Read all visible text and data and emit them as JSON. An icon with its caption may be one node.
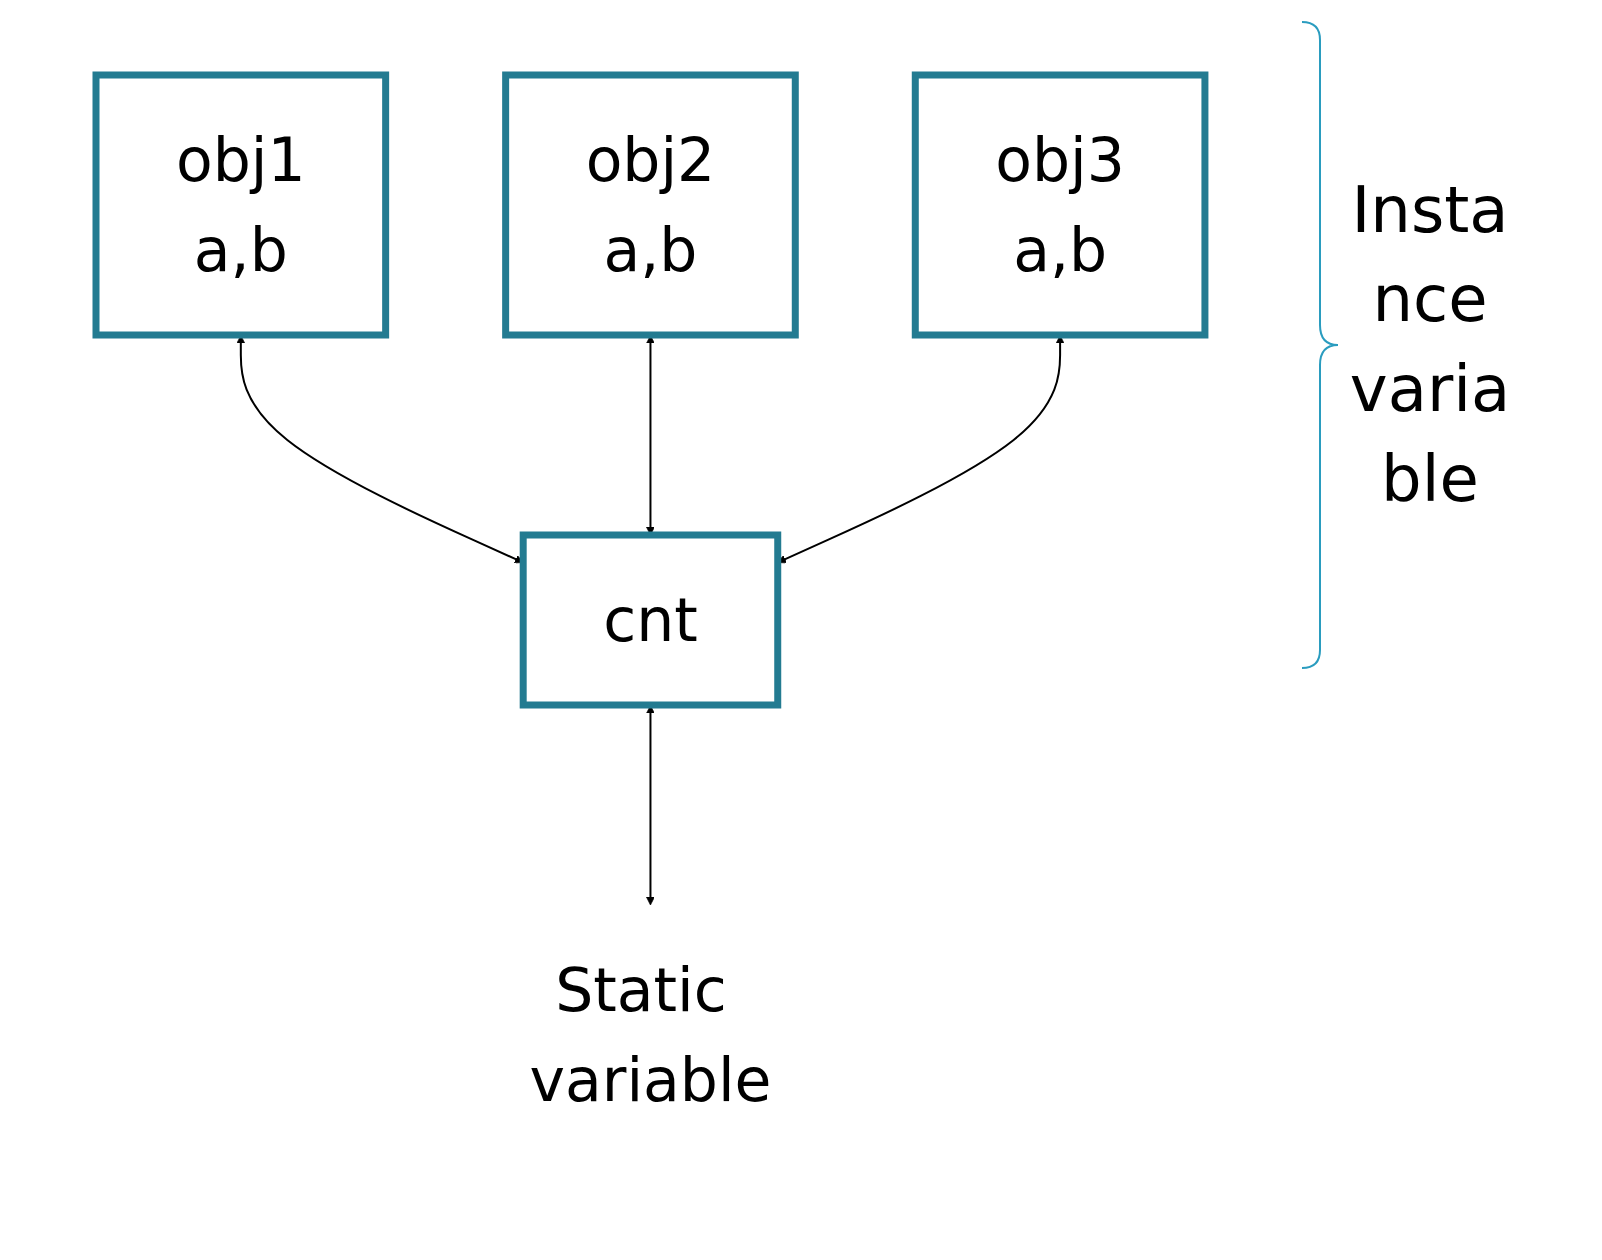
{
  "diagram": {
    "nodes": [
      {
        "text": [
          "obj1",
          "a,b"
        ]
      },
      {
        "text": [
          "obj2",
          "a,b"
        ]
      },
      {
        "text": [
          "obj3",
          "a,b"
        ]
      },
      {
        "text": [
          "cnt"
        ]
      },
      {
        "text": [
          "Static variable"
        ]
      }
    ],
    "edges": [
      {
        "from": 0,
        "to": 3,
        "arrow": "both"
      },
      {
        "from": 1,
        "to": 3,
        "arrow": "both"
      },
      {
        "from": 2,
        "to": 3,
        "arrow": "both"
      },
      {
        "from": 3,
        "to": 4,
        "arrow": "both"
      }
    ],
    "labels": [
      "Insta nce varia ble"
    ]
  }
}
